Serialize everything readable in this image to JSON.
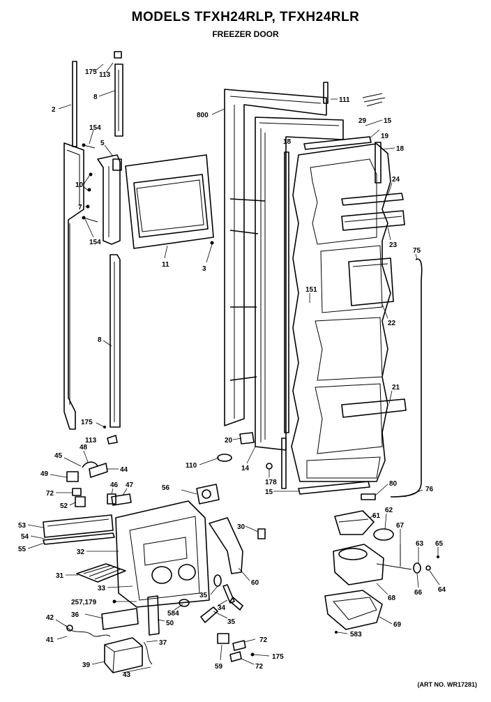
{
  "header": {
    "title": "MODELS TFXH24RLP, TFXH24RLR",
    "subtitle": "FREEZER DOOR",
    "art_no": "(ART NO. WR17281)"
  },
  "labels": {
    "l175a": "175",
    "l113a": "113",
    "l8a": "8",
    "l2": "2",
    "l154a": "154",
    "l5": "5",
    "l10": "10",
    "l7": "7",
    "l154b": "154",
    "l11": "11",
    "l3": "3",
    "l800": "800",
    "l111": "111",
    "l29": "29",
    "l15a": "15",
    "l19": "19",
    "l18a": "18",
    "l18b": "18",
    "l24": "24",
    "l23": "23",
    "l75": "75",
    "l151": "151",
    "l22": "22",
    "l8b": "8",
    "l21": "21",
    "l175b": "175",
    "l113b": "113",
    "l20": "20",
    "l14": "14",
    "l178": "178",
    "l15b": "15",
    "l80": "80",
    "l76": "76",
    "l110": "110",
    "l48": "48",
    "l45": "45",
    "l44": "44",
    "l49": "49",
    "l72a": "72",
    "l52": "52",
    "l46": "46",
    "l47": "47",
    "l56": "56",
    "l53": "53",
    "l54": "54",
    "l55": "55",
    "l32": "32",
    "l31": "31",
    "l33": "33",
    "l30": "30",
    "l60": "60",
    "l61": "61",
    "l62": "62",
    "l67": "67",
    "l63": "63",
    "l65": "65",
    "l68": "68",
    "l66": "66",
    "l64": "64",
    "l35a": "35",
    "l34": "34",
    "l35b": "35",
    "l584": "584",
    "l257": "257,179",
    "l36": "36",
    "l50": "50",
    "l42": "42",
    "l41": "41",
    "l37": "37",
    "l39": "39",
    "l43": "43",
    "l72b": "72",
    "l175c": "175",
    "l59": "59",
    "l72c": "72",
    "l69": "69",
    "l583": "583"
  }
}
